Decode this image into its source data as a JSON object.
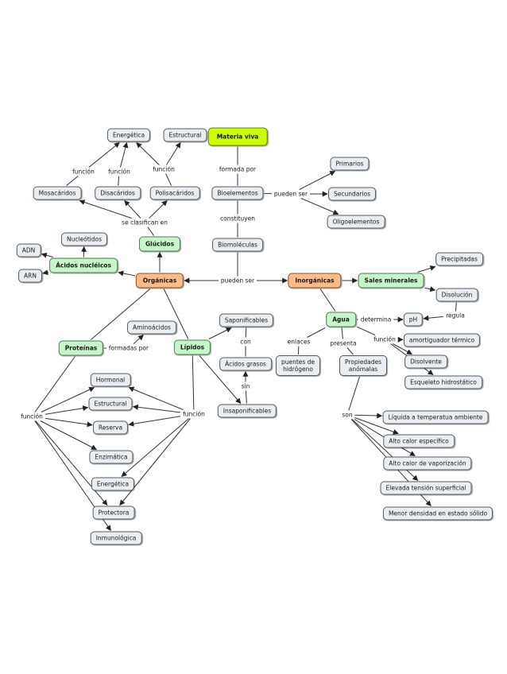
{
  "title": "Materia viva",
  "colors": {
    "root": "#ccff00",
    "category": "#fcbc8a",
    "group": "#c5f5c8",
    "leaf": "#e8eef2",
    "line": "#333333"
  },
  "nodes": [
    {
      "id": "materia_viva",
      "label": "Materia viva",
      "style": "root"
    },
    {
      "id": "bioelementos",
      "label": "Bioelementos",
      "style": "leaf"
    },
    {
      "id": "primarios",
      "label": "Primarios",
      "style": "leaf"
    },
    {
      "id": "secundarios",
      "label": "Secundarios",
      "style": "leaf"
    },
    {
      "id": "oligoelementos",
      "label": "Oligoelementos",
      "style": "leaf"
    },
    {
      "id": "biomoleculas",
      "label": "Biomoléculas",
      "style": "leaf"
    },
    {
      "id": "organicas",
      "label": "Orgánicas",
      "style": "orange"
    },
    {
      "id": "inorganicas",
      "label": "Inorgánicas",
      "style": "orange"
    },
    {
      "id": "energetica_g",
      "label": "Energética",
      "style": "leaf"
    },
    {
      "id": "estructural_g",
      "label": "Estructural",
      "style": "leaf"
    },
    {
      "id": "mosacaridos",
      "label": "Mosacáridos",
      "style": "leaf"
    },
    {
      "id": "disacaridos",
      "label": "Disacáridos",
      "style": "leaf"
    },
    {
      "id": "polisacaridos",
      "label": "Polisacáridos",
      "style": "leaf"
    },
    {
      "id": "glucidos",
      "label": "Glúcidos",
      "style": "green"
    },
    {
      "id": "nucleotidos",
      "label": "Nucleótidos",
      "style": "leaf"
    },
    {
      "id": "acidos_nucleicos",
      "label": "Ácidos nucléicos",
      "style": "green"
    },
    {
      "id": "adn",
      "label": "ADN",
      "style": "leaf"
    },
    {
      "id": "arn",
      "label": "ARN",
      "style": "leaf"
    },
    {
      "id": "aminoacidos",
      "label": "Aminoácidos",
      "style": "leaf"
    },
    {
      "id": "proteinas",
      "label": "Proteínas",
      "style": "green"
    },
    {
      "id": "lipidos",
      "label": "Lípidos",
      "style": "green"
    },
    {
      "id": "saponificables",
      "label": "Saponificables",
      "style": "leaf"
    },
    {
      "id": "acidos_grasos",
      "label": "Ácidos grasos",
      "style": "leaf"
    },
    {
      "id": "insaponificables",
      "label": "Insaponificables",
      "style": "leaf"
    },
    {
      "id": "hormonal",
      "label": "Hormonal",
      "style": "leaf"
    },
    {
      "id": "estructural_p",
      "label": "Estructural",
      "style": "leaf"
    },
    {
      "id": "reserva",
      "label": "Reserva",
      "style": "leaf"
    },
    {
      "id": "enzimatica",
      "label": "Enzimática",
      "style": "leaf"
    },
    {
      "id": "energetica_p",
      "label": "Energética",
      "style": "leaf"
    },
    {
      "id": "protectora",
      "label": "Protectora",
      "style": "leaf"
    },
    {
      "id": "inmunologica",
      "label": "Inmunológica",
      "style": "leaf"
    },
    {
      "id": "sales_minerales",
      "label": "Sales minerales",
      "style": "green"
    },
    {
      "id": "precipitadas",
      "label": "Precipitadas",
      "style": "leaf"
    },
    {
      "id": "disolucion",
      "label": "Disolución",
      "style": "leaf"
    },
    {
      "id": "agua",
      "label": "Agua",
      "style": "green"
    },
    {
      "id": "ph",
      "label": "pH",
      "style": "leaf"
    },
    {
      "id": "puentes_hidrogeno",
      "label": "puentes de\nhidrógeno",
      "style": "leaf"
    },
    {
      "id": "propiedades_anomalas",
      "label": "Propiedades\nanómalas",
      "style": "leaf"
    },
    {
      "id": "amortiguador",
      "label": "amortiguador térmico",
      "style": "leaf"
    },
    {
      "id": "disolvente",
      "label": "Disolvente",
      "style": "leaf"
    },
    {
      "id": "esqueleto",
      "label": "Esqueleto hidrostático",
      "style": "leaf"
    },
    {
      "id": "liquida",
      "label": "Líquida a temperatua ambiente",
      "style": "leaf"
    },
    {
      "id": "alto_calor_esp",
      "label": "Alto calor específico",
      "style": "leaf"
    },
    {
      "id": "alto_calor_vap",
      "label": "Alto calor de vaporización",
      "style": "leaf"
    },
    {
      "id": "tension",
      "label": "Elevada tensión superficial",
      "style": "leaf"
    },
    {
      "id": "densidad",
      "label": "Menor densidad en estado sólido",
      "style": "leaf"
    }
  ],
  "link_labels": [
    {
      "id": "l_formada_por",
      "label": "formada por"
    },
    {
      "id": "l_pueden_ser_bio",
      "label": "pueden ser"
    },
    {
      "id": "l_constituyen",
      "label": "constituyen"
    },
    {
      "id": "l_pueden_ser_main",
      "label": "pueden ser"
    },
    {
      "id": "l_funcion_mono",
      "label": "función"
    },
    {
      "id": "l_funcion_di",
      "label": "función"
    },
    {
      "id": "l_funcion_poli",
      "label": "función"
    },
    {
      "id": "l_se_clasifican",
      "label": "se clasifican en"
    },
    {
      "id": "l_formadas_por",
      "label": "formadas por"
    },
    {
      "id": "l_con",
      "label": "con"
    },
    {
      "id": "l_sin",
      "label": "sin"
    },
    {
      "id": "l_funcion_prot",
      "label": "función"
    },
    {
      "id": "l_funcion_lip",
      "label": "función"
    },
    {
      "id": "l_determina",
      "label": "determina"
    },
    {
      "id": "l_regula",
      "label": "regula"
    },
    {
      "id": "l_enlaces",
      "label": "enlaces"
    },
    {
      "id": "l_presenta",
      "label": "presenta"
    },
    {
      "id": "l_funcion_agua",
      "label": "función"
    },
    {
      "id": "l_son",
      "label": "son"
    }
  ],
  "edges": [
    {
      "from": "materia_viva",
      "to": "l_formada_por",
      "arrow": false
    },
    {
      "from": "l_formada_por",
      "to": "bioelementos",
      "arrow": false
    },
    {
      "from": "bioelementos",
      "to": "l_pueden_ser_bio",
      "arrow": false
    },
    {
      "from": "l_pueden_ser_bio",
      "to": "primarios",
      "arrow": true
    },
    {
      "from": "l_pueden_ser_bio",
      "to": "secundarios",
      "arrow": true
    },
    {
      "from": "l_pueden_ser_bio",
      "to": "oligoelementos",
      "arrow": true
    },
    {
      "from": "bioelementos",
      "to": "l_constituyen",
      "arrow": false
    },
    {
      "from": "l_constituyen",
      "to": "biomoleculas",
      "arrow": false
    },
    {
      "from": "biomoleculas",
      "to": "l_pueden_ser_main",
      "arrow": false
    },
    {
      "from": "l_pueden_ser_main",
      "to": "organicas",
      "arrow": true
    },
    {
      "from": "l_pueden_ser_main",
      "to": "inorganicas",
      "arrow": true
    },
    {
      "from": "organicas",
      "to": "glucidos",
      "arrow": true
    },
    {
      "from": "organicas",
      "to": "acidos_nucleicos",
      "arrow": true
    },
    {
      "from": "organicas",
      "to": "proteinas",
      "arrow": false
    },
    {
      "from": "organicas",
      "to": "lipidos",
      "arrow": false
    },
    {
      "from": "glucidos",
      "to": "l_se_clasifican",
      "arrow": false
    },
    {
      "from": "l_se_clasifican",
      "to": "mosacaridos",
      "arrow": true
    },
    {
      "from": "l_se_clasifican",
      "to": "disacaridos",
      "arrow": true
    },
    {
      "from": "l_se_clasifican",
      "to": "polisacaridos",
      "arrow": true
    },
    {
      "from": "mosacaridos",
      "to": "l_funcion_mono",
      "arrow": false
    },
    {
      "from": "l_funcion_mono",
      "to": "energetica_g",
      "arrow": true
    },
    {
      "from": "disacaridos",
      "to": "l_funcion_di",
      "arrow": false
    },
    {
      "from": "l_funcion_di",
      "to": "energetica_g",
      "arrow": true
    },
    {
      "from": "polisacaridos",
      "to": "l_funcion_poli",
      "arrow": false
    },
    {
      "from": "l_funcion_poli",
      "to": "energetica_g",
      "arrow": true
    },
    {
      "from": "l_funcion_poli",
      "to": "estructural_g",
      "arrow": true
    },
    {
      "from": "acidos_nucleicos",
      "to": "nucleotidos",
      "arrow": true
    },
    {
      "from": "acidos_nucleicos",
      "to": "adn",
      "arrow": true
    },
    {
      "from": "acidos_nucleicos",
      "to": "arn",
      "arrow": true
    },
    {
      "from": "proteinas",
      "to": "l_formadas_por",
      "arrow": false
    },
    {
      "from": "l_formadas_por",
      "to": "aminoacidos",
      "arrow": true
    },
    {
      "from": "proteinas",
      "to": "l_funcion_prot",
      "arrow": false
    },
    {
      "from": "l_funcion_prot",
      "to": "hormonal",
      "arrow": true
    },
    {
      "from": "l_funcion_prot",
      "to": "estructural_p",
      "arrow": true
    },
    {
      "from": "l_funcion_prot",
      "to": "reserva",
      "arrow": true
    },
    {
      "from": "l_funcion_prot",
      "to": "enzimatica",
      "arrow": true
    },
    {
      "from": "l_funcion_prot",
      "to": "protectora",
      "arrow": true
    },
    {
      "from": "l_funcion_prot",
      "to": "inmunologica",
      "arrow": true
    },
    {
      "from": "lipidos",
      "to": "saponificables",
      "arrow": true
    },
    {
      "from": "lipidos",
      "to": "insaponificables",
      "arrow": true
    },
    {
      "from": "saponificables",
      "to": "l_con",
      "arrow": false
    },
    {
      "from": "l_con",
      "to": "acidos_grasos",
      "arrow": false
    },
    {
      "from": "insaponificables",
      "to": "l_sin",
      "arrow": false
    },
    {
      "from": "l_sin",
      "to": "acidos_grasos",
      "arrow": true
    },
    {
      "from": "lipidos",
      "to": "l_funcion_lip",
      "arrow": false
    },
    {
      "from": "l_funcion_lip",
      "to": "hormonal",
      "arrow": true
    },
    {
      "from": "l_funcion_lip",
      "to": "estructural_p",
      "arrow": true
    },
    {
      "from": "l_funcion_lip",
      "to": "reserva",
      "arrow": true
    },
    {
      "from": "l_funcion_lip",
      "to": "energetica_p",
      "arrow": true
    },
    {
      "from": "l_funcion_lip",
      "to": "protectora",
      "arrow": true
    },
    {
      "from": "inorganicas",
      "to": "sales_minerales",
      "arrow": true
    },
    {
      "from": "inorganicas",
      "to": "agua",
      "arrow": false
    },
    {
      "from": "sales_minerales",
      "to": "precipitadas",
      "arrow": true
    },
    {
      "from": "sales_minerales",
      "to": "disolucion",
      "arrow": true
    },
    {
      "from": "disolucion",
      "to": "l_regula",
      "arrow": false
    },
    {
      "from": "l_regula",
      "to": "ph",
      "arrow": true
    },
    {
      "from": "agua",
      "to": "l_determina",
      "arrow": false
    },
    {
      "from": "l_determina",
      "to": "ph",
      "arrow": true
    },
    {
      "from": "agua",
      "to": "l_enlaces",
      "arrow": false
    },
    {
      "from": "l_enlaces",
      "to": "puentes_hidrogeno",
      "arrow": false
    },
    {
      "from": "agua",
      "to": "l_presenta",
      "arrow": false
    },
    {
      "from": "l_presenta",
      "to": "propiedades_anomalas",
      "arrow": false
    },
    {
      "from": "agua",
      "to": "l_funcion_agua",
      "arrow": false
    },
    {
      "from": "l_funcion_agua",
      "to": "amortiguador",
      "arrow": true
    },
    {
      "from": "l_funcion_agua",
      "to": "disolvente",
      "arrow": true
    },
    {
      "from": "l_funcion_agua",
      "to": "esqueleto",
      "arrow": true
    },
    {
      "from": "propiedades_anomalas",
      "to": "l_son",
      "arrow": false
    },
    {
      "from": "l_son",
      "to": "liquida",
      "arrow": true
    },
    {
      "from": "l_son",
      "to": "alto_calor_esp",
      "arrow": true
    },
    {
      "from": "l_son",
      "to": "alto_calor_vap",
      "arrow": true
    },
    {
      "from": "l_son",
      "to": "tension",
      "arrow": true
    },
    {
      "from": "l_son",
      "to": "densidad",
      "arrow": true
    }
  ]
}
